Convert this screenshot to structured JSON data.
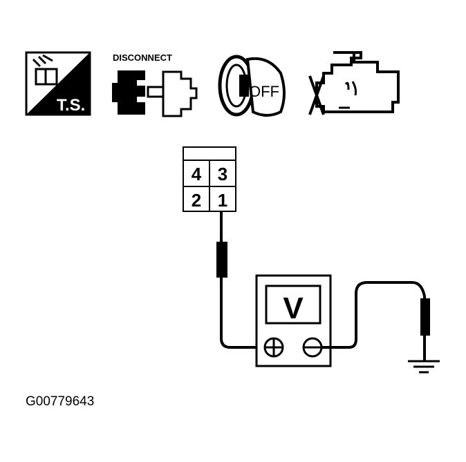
{
  "icons": [
    {
      "name": "terminal-strip-icon",
      "label": "T.S."
    },
    {
      "name": "disconnect-connector-icon",
      "label": "DISCONNECT"
    },
    {
      "name": "ignition-key-off-icon",
      "label": "OFF"
    },
    {
      "name": "engine-off-icon"
    }
  ],
  "connector": {
    "pins": [
      "4",
      "3",
      "2",
      "1"
    ]
  },
  "meter": {
    "label": "V",
    "positive": "+",
    "negative": "−"
  },
  "figure_id": "G00779643"
}
